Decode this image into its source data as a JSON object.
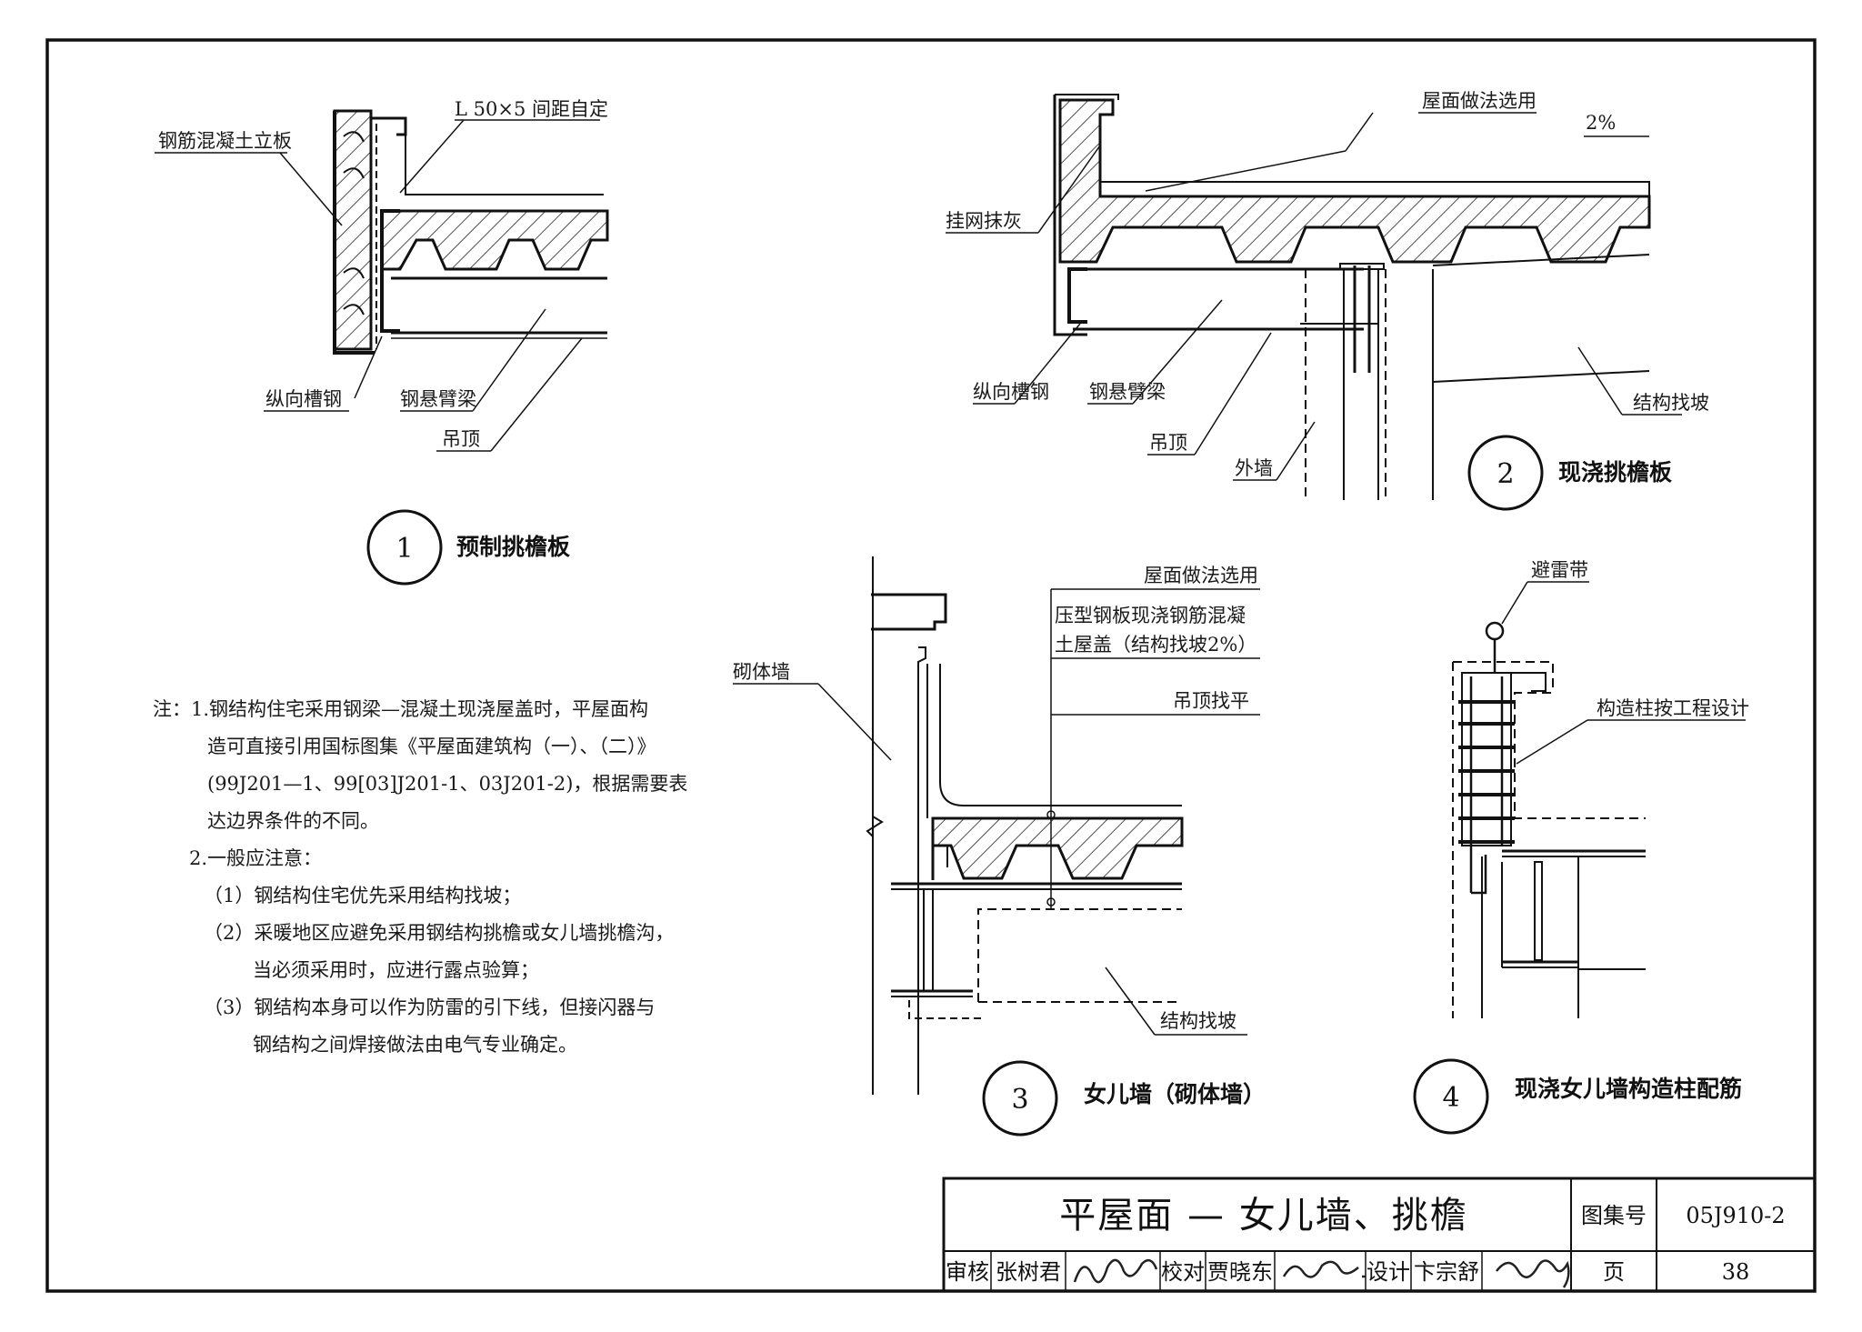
{
  "detail1": {
    "labels": {
      "panel": "钢筋混凝土立板",
      "angle": "L 50×5 间距自定",
      "channel": "纵向槽钢",
      "beam": "钢悬臂梁",
      "ceiling": "吊顶"
    },
    "number": "1",
    "title": "预制挑檐板"
  },
  "detail2": {
    "labels": {
      "roof": "屋面做法选用",
      "slope": "2%",
      "mesh": "挂网抹灰",
      "channel": "纵向槽钢",
      "beam": "钢悬臂梁",
      "ceiling": "吊顶",
      "wall": "外墙",
      "structural_slope": "结构找坡"
    },
    "number": "2",
    "title": "现浇挑檐板"
  },
  "detail3": {
    "labels": {
      "masonry": "砌体墙",
      "roof": "屋面做法选用",
      "deck_line1": "压型钢板现浇钢筋混凝",
      "deck_line2": "土屋盖（结构找坡2%）",
      "ceiling_level": "吊顶找平",
      "structural_slope": "结构找坡"
    },
    "number": "3",
    "title": "女儿墙（砌体墙）"
  },
  "detail4": {
    "labels": {
      "lightning": "避雷带",
      "column": "构造柱按工程设计"
    },
    "number": "4",
    "title": "现浇女儿墙构造柱配筋"
  },
  "notes": [
    "注：1.钢结构住宅采用钢梁—混凝土现浇屋盖时，平屋面构",
    "造可直接引用国标图集《平屋面建筑构（一）、（二）》",
    "(99J201—1、99[03]J201-1、03J201-2)，根据需要表",
    "达边界条件的不同。",
    "2.一般应注意：",
    "（1）钢结构住宅优先采用结构找坡；",
    "（2）采暖地区应避免采用钢结构挑檐或女儿墙挑檐沟，",
    "当必须采用时，应进行露点验算；",
    "（3）钢结构本身可以作为防雷的引下线，但接闪器与",
    "钢结构之间焊接做法由电气专业确定。"
  ],
  "title_block": {
    "title": "平屋面 — 女儿墙、挑檐",
    "atlas_label": "图集号",
    "atlas_no": "05J910-2",
    "review_label": "审核",
    "reviewer": "张树君",
    "check_label": "校对",
    "checker": "贾晓东",
    "design_label": "设计",
    "designer": "卞宗舒",
    "page_label": "页",
    "page_no": "38"
  }
}
